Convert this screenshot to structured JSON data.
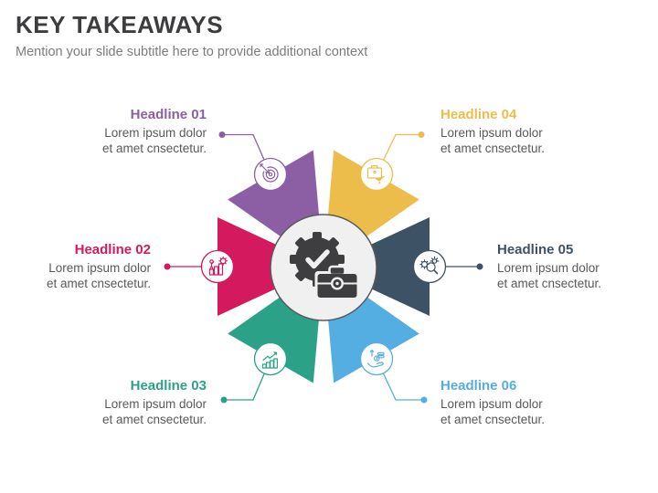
{
  "slide": {
    "title": "KEY TAKEAWAYS",
    "subtitle": "Mention your slide subtitle here to provide additional context"
  },
  "center": {
    "icon": "gear-check-briefcase-icon",
    "circle_fill": "#f0f0f1",
    "circle_stroke": "#59595b",
    "icon_color": "#3e3e40"
  },
  "items": [
    {
      "label": "Headline 01",
      "body": "Lorem ipsum dolor\net amet cnsectetur.",
      "color": "#8c5fa5",
      "icon": "target-dart-icon"
    },
    {
      "label": "Headline 02",
      "body": "Lorem ipsum dolor\net amet cnsectetur.",
      "color": "#d5195e",
      "icon": "career-growth-icon"
    },
    {
      "label": "Headline 03",
      "body": "Lorem ipsum dolor\net amet cnsectetur.",
      "color": "#2ba287",
      "icon": "growth-chart-icon"
    },
    {
      "label": "Headline 04",
      "body": "Lorem ipsum dolor\net amet cnsectetur.",
      "color": "#edbd4b",
      "icon": "briefcase-plane-icon"
    },
    {
      "label": "Headline 05",
      "body": "Lorem ipsum dolor\net amet cnsectetur.",
      "color": "#3e5266",
      "icon": "gear-magnifier-bulb-icon"
    },
    {
      "label": "Headline 06",
      "body": "Lorem ipsum dolor\net amet cnsectetur.",
      "color": "#55aee1",
      "icon": "hand-coins-icon"
    }
  ]
}
